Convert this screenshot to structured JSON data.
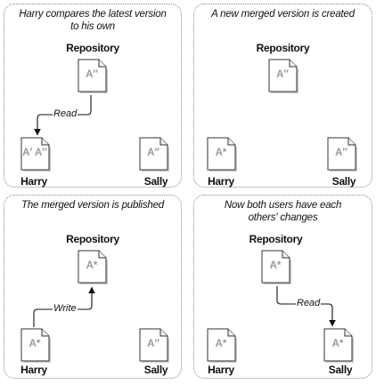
{
  "panels": [
    {
      "caption_line1": "Harry compares the latest version",
      "caption_line2": "to his own",
      "repository_label": "Repository",
      "repository_version": "A″",
      "action": "Read",
      "harry_label": "Harry",
      "harry_version": "A′ A″",
      "sally_label": "Sally",
      "sally_version": "A″"
    },
    {
      "caption_line1": "A new merged version is created",
      "repository_label": "Repository",
      "repository_version": "A″",
      "harry_label": "Harry",
      "harry_version": "A*",
      "sally_label": "Sally",
      "sally_version": "A″"
    },
    {
      "caption_line1": "The merged version is published",
      "repository_label": "Repository",
      "repository_version": "A*",
      "action": "Write",
      "harry_label": "Harry",
      "harry_version": "A*",
      "sally_label": "Sally",
      "sally_version": "A″"
    },
    {
      "caption_line1": "Now both users have each",
      "caption_line2": "others' changes",
      "repository_label": "Repository",
      "repository_version": "A*",
      "action": "Read",
      "harry_label": "Harry",
      "harry_version": "A*",
      "sally_label": "Sally",
      "sally_version": "A*"
    }
  ]
}
